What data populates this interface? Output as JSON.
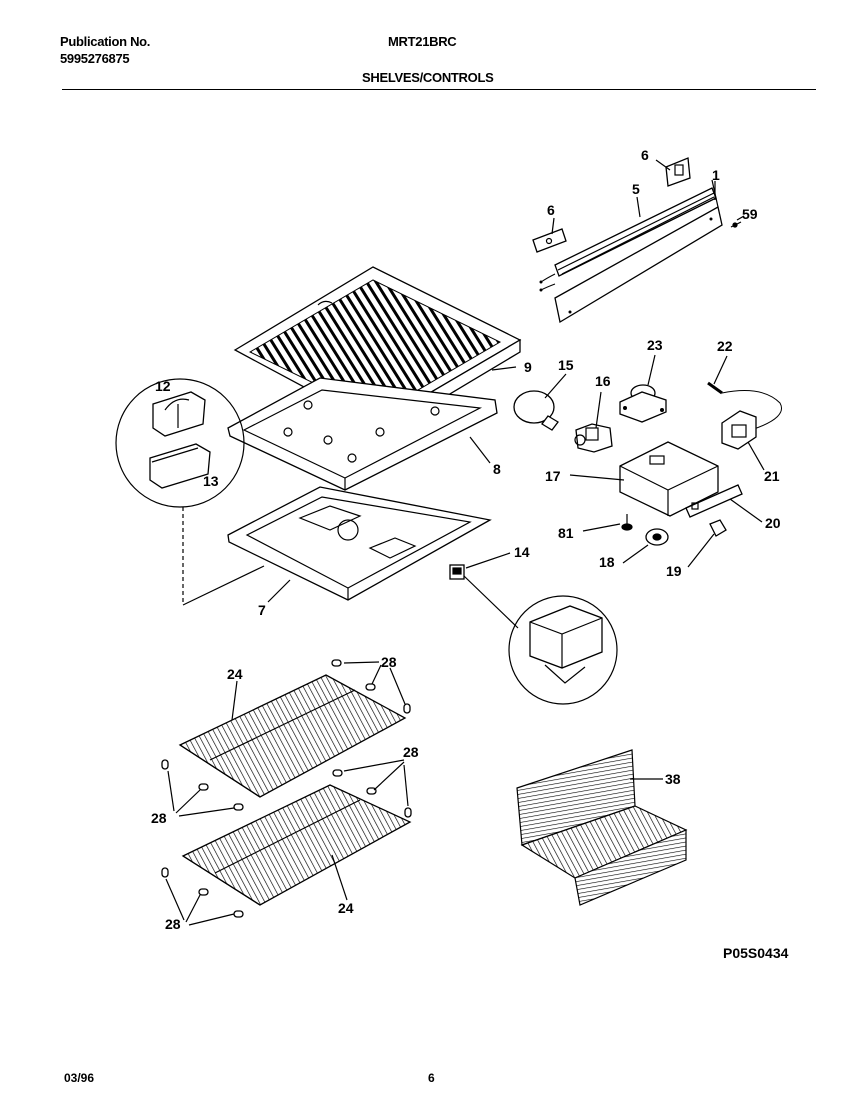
{
  "header": {
    "publication_label": "Publication No.",
    "publication_number": "5995276875",
    "model": "MRT21BRC",
    "section_title": "SHELVES/CONTROLS"
  },
  "diagram": {
    "callouts": {
      "c1": "1",
      "c5": "5",
      "c6a": "6",
      "c6b": "6",
      "c59": "59",
      "c9": "9",
      "c15": "15",
      "c16": "16",
      "c23": "23",
      "c22": "22",
      "c12": "12",
      "c13": "13",
      "c8": "8",
      "c17": "17",
      "c21": "21",
      "c81": "81",
      "c20": "20",
      "c14": "14",
      "c18": "18",
      "c19": "19",
      "c7": "7",
      "c24a": "24",
      "c28a": "28",
      "c28b": "28",
      "c28c": "28",
      "c38": "38",
      "c28d": "28",
      "c24b": "24"
    },
    "drawing_code": "P05S0434"
  },
  "footer": {
    "date": "03/96",
    "page": "6"
  }
}
